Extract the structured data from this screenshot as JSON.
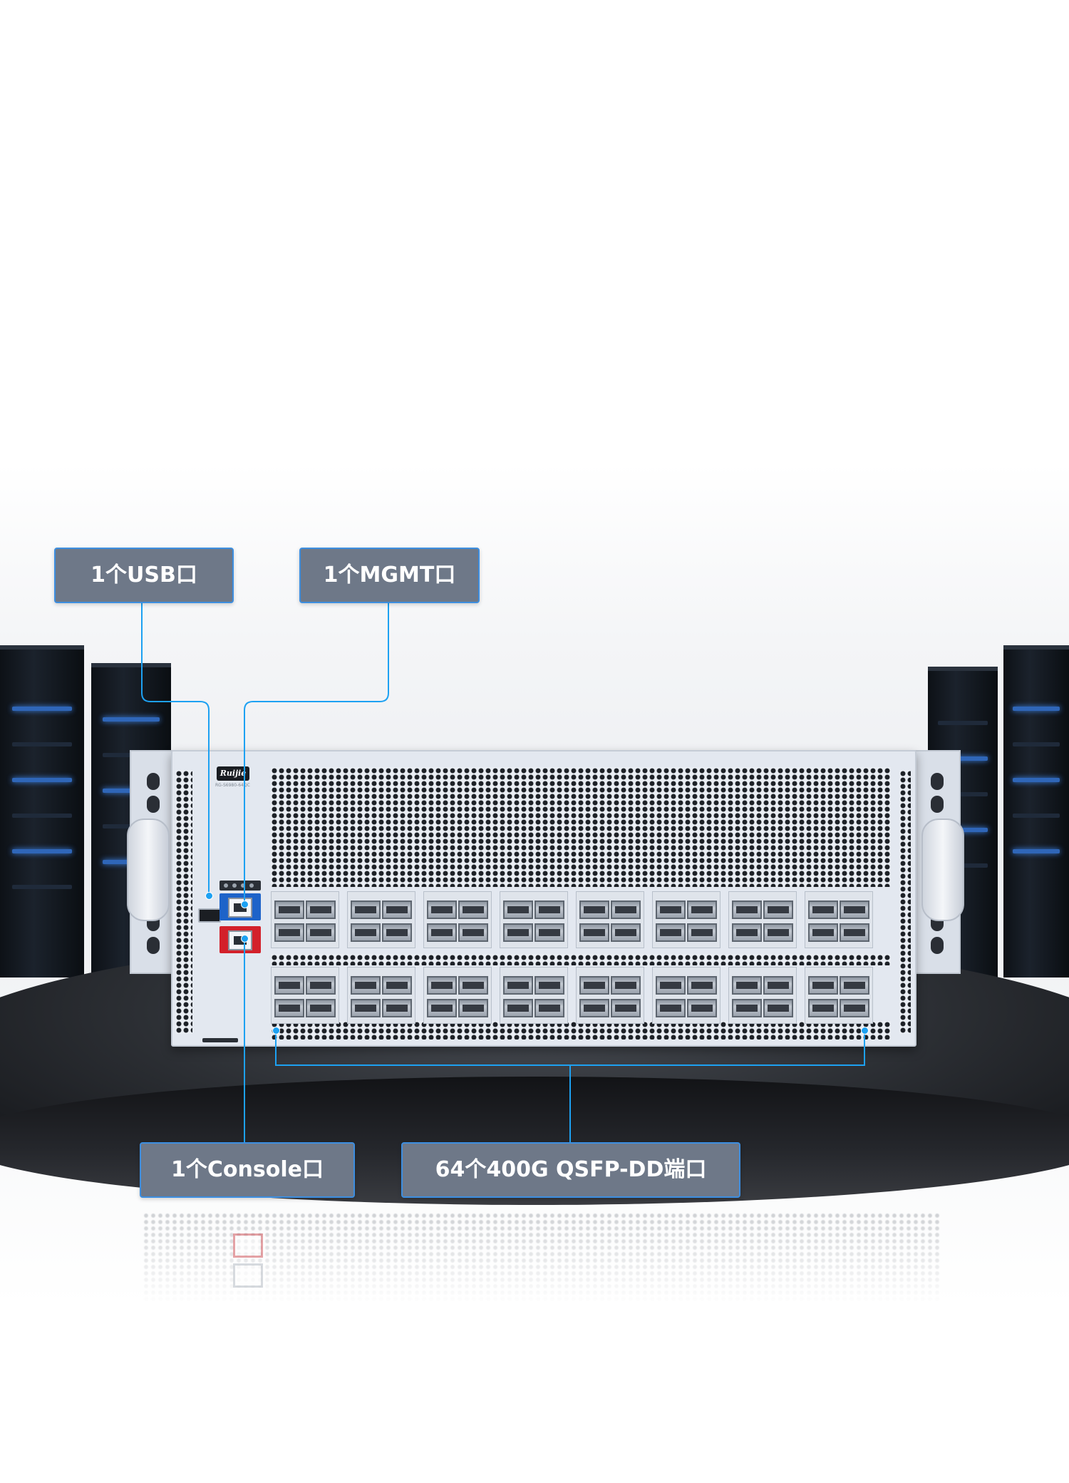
{
  "callouts": {
    "usb": "1个USB口",
    "mgmt": "1个MGMT口",
    "console": "1个Console口",
    "qsfp": "64个400G QSFP-DD端口"
  },
  "device": {
    "logo": "Ruijie",
    "model": "RG-S6980-64QC"
  },
  "colors": {
    "callout_bg": "#6e7888",
    "callout_border": "#3d8ee0",
    "leader_line": "#1da1f2",
    "mgmt_port": "#1d63c9",
    "console_port": "#d3202a"
  }
}
